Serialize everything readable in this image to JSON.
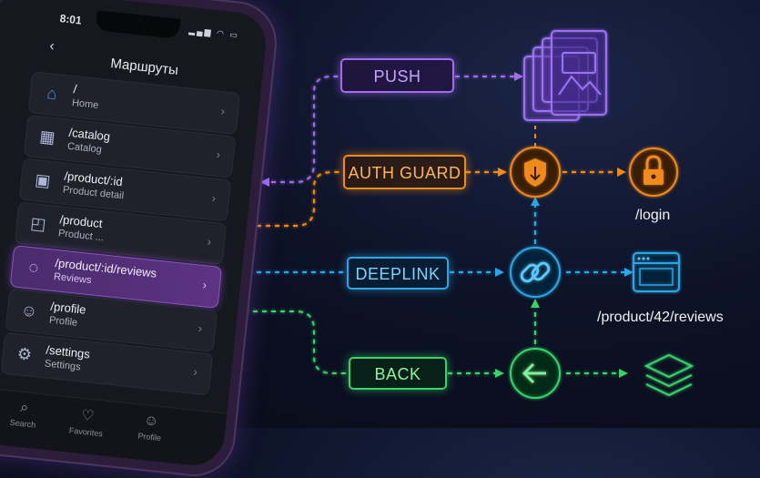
{
  "phone": {
    "time": "8:01",
    "title": "Маршруты",
    "routes": [
      {
        "path": "/",
        "name": "Home",
        "icon": "home-icon"
      },
      {
        "path": "/catalog",
        "name": "Catalog",
        "icon": "grid-icon"
      },
      {
        "path": "/product/:id",
        "name": "Product detail",
        "icon": "box-icon"
      },
      {
        "path": "/product",
        "name": "Product ...",
        "icon": "bag-icon"
      },
      {
        "path": "/product/:id/reviews",
        "name": "Reviews",
        "icon": "chat-icon",
        "active": true
      },
      {
        "path": "/profile",
        "name": "Profile",
        "icon": "user-icon"
      },
      {
        "path": "/settings",
        "name": "Settings",
        "icon": "gear-icon"
      }
    ],
    "tabs": [
      {
        "label": "Search",
        "icon": "search-icon"
      },
      {
        "label": "Favorites",
        "icon": "heart-icon"
      },
      {
        "label": "Profile",
        "icon": "user-icon"
      }
    ]
  },
  "flow": {
    "push": "PUSH",
    "auth_guard": "AUTH GUARD",
    "deeplink": "DEEPLINK",
    "back": "BACK",
    "login_route": "/login",
    "deeplink_route": "/product/42/reviews"
  },
  "colors": {
    "push": "#a06cf0",
    "auth": "#f08a1c",
    "deeplink": "#2aa7e8",
    "back": "#38d46a",
    "active_route": "#5d3384"
  }
}
